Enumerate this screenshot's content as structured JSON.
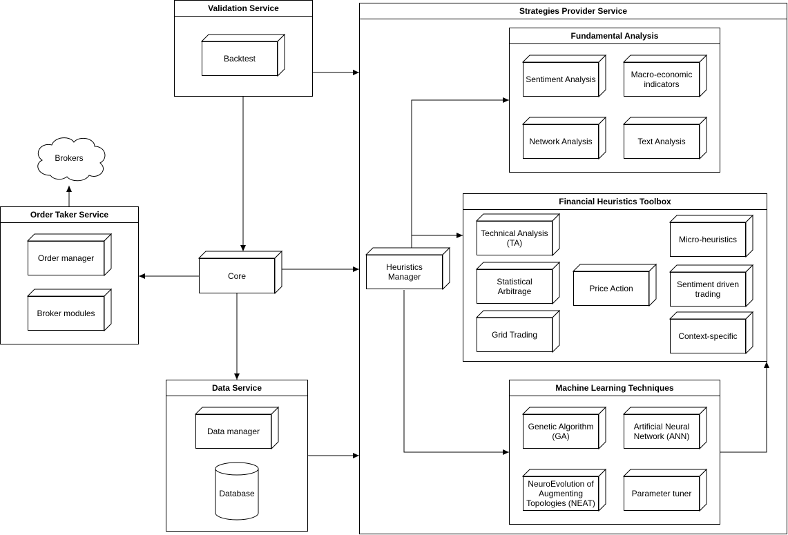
{
  "validation_service": {
    "title": "Validation Service",
    "backtest": "Backtest"
  },
  "strategies_provider": {
    "title": "Strategies Provider Service"
  },
  "fundamental_analysis": {
    "title": "Fundamental Analysis",
    "sentiment": "Sentiment Analysis",
    "macro": "Macro-economic indicators",
    "network": "Network Analysis",
    "text": "Text Analysis"
  },
  "financial_toolbox": {
    "title": "Financial Heuristics Toolbox",
    "technical": "Technical Analysis (TA)",
    "statistical": "Statistical Arbitrage",
    "grid": "Grid Trading",
    "price_action": "Price Action",
    "micro": "Micro-heuristics",
    "sentiment_trading": "Sentiment driven trading",
    "context": "Context-specific"
  },
  "heuristics_manager": "Heuristics Manager",
  "machine_learning": {
    "title": "Machine Learning Techniques",
    "ga": "Genetic Algorithm (GA)",
    "ann": "Artificial Neural Network (ANN)",
    "neat": "NeuroEvolution of Augmenting Topologies (NEAT)",
    "tuner": "Parameter tuner"
  },
  "brokers": "Brokers",
  "order_taker": {
    "title": "Order Taker Service",
    "order_manager": "Order manager",
    "broker_modules": "Broker modules"
  },
  "core": "Core",
  "data_service": {
    "title": "Data Service",
    "data_manager": "Data manager",
    "database": "Database"
  }
}
